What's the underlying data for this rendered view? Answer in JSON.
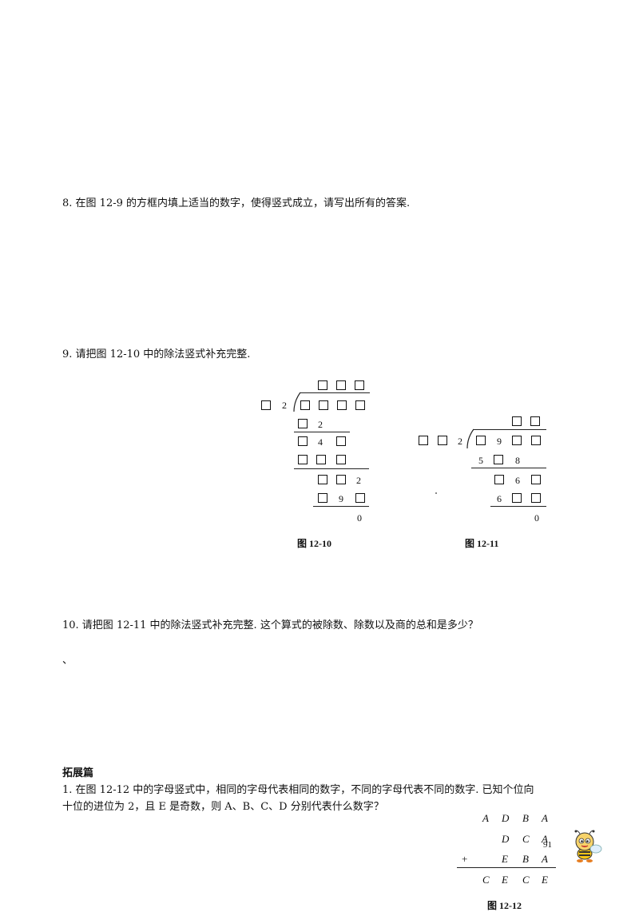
{
  "questions": {
    "q8": "8.  在图 12-9 的方框内填上适当的数字，使得竖式成立，请写出所有的答案.",
    "q9": "9.  请把图 12-10 中的除法竖式补充完整.",
    "q10": "10.  请把图 12-11 中的除法竖式补充完整. 这个算式的被除数、除数以及商的总和是多少？",
    "stray_mark": "、"
  },
  "extension": {
    "heading": "拓展篇",
    "q1_line1": "1.  在图 12-12 中的字母竖式中，相同的字母代表相同的数字，不同的字母代表不同的数字. 已知个位向",
    "q1_line2": "十位的进位为 2，且 E 是奇数，则 A、B、C、D 分别代表什么数字？"
  },
  "fig1210": {
    "caption": "图 12-10",
    "divisor_digit": "2",
    "row3_digit": "2",
    "row4_digit": "4",
    "row6_digit": "2",
    "row7_digit": "9",
    "remainder": "0"
  },
  "fig1211": {
    "caption": "图 12-11",
    "divisor_digit": "2",
    "dividend_digit": "9",
    "row3_left": "5",
    "row3_right": "8",
    "row4_digit": "6",
    "row5_digit": "6",
    "remainder": "0"
  },
  "fig1212": {
    "caption": "图 12-12",
    "row1": [
      "A",
      "D",
      "B",
      "A"
    ],
    "row2": [
      "D",
      "C",
      "A"
    ],
    "plus": "+",
    "row3": [
      "E",
      "B",
      "A"
    ],
    "result": [
      "C",
      "E",
      "C",
      "E"
    ]
  },
  "page_number": "91",
  "mascot_icon": "bee-cartoon-icon"
}
